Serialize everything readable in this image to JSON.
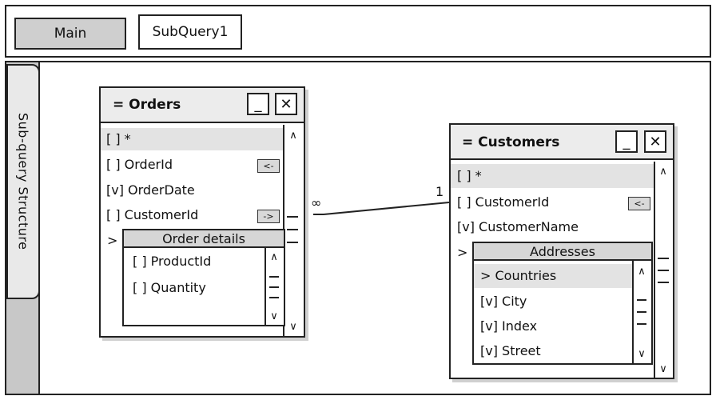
{
  "tabs": {
    "main": "Main",
    "subquery": "SubQuery1"
  },
  "side_tab_label": "Sub-query Structure",
  "orders": {
    "title": "= Orders",
    "minimize": "_",
    "close": "✕",
    "rows": [
      "[ ] *",
      "[ ] OrderId",
      "[v] OrderDate",
      "[ ] CustomerId"
    ],
    "orderid_button": "<-",
    "customerid_button": "->",
    "nested_marker": ">",
    "nested": {
      "title": "Order details",
      "rows": [
        "[ ] ProductId",
        "[ ] Quantity"
      ]
    }
  },
  "customers": {
    "title": "= Customers",
    "minimize": "_",
    "close": "✕",
    "rows": [
      "[ ] *",
      "[ ] CustomerId",
      "[v] CustomerName"
    ],
    "customerid_button": "<-",
    "nested_marker": ">",
    "nested": {
      "title": "Addresses",
      "rows": [
        "> Countries",
        "[v] City",
        "[v] Index",
        "[v] Street"
      ]
    }
  },
  "relation": {
    "left_label": "∞",
    "right_label": "1"
  },
  "icons": {
    "scroll_up": "chevron-up-icon",
    "scroll_down": "chevron-down-icon",
    "minimize": "minimize-icon",
    "close": "close-icon"
  },
  "colors": {
    "border": "#222222",
    "title_bg": "#ececec",
    "active_tab": "#cfcfcf",
    "side_strip": "#c8c8c8"
  }
}
